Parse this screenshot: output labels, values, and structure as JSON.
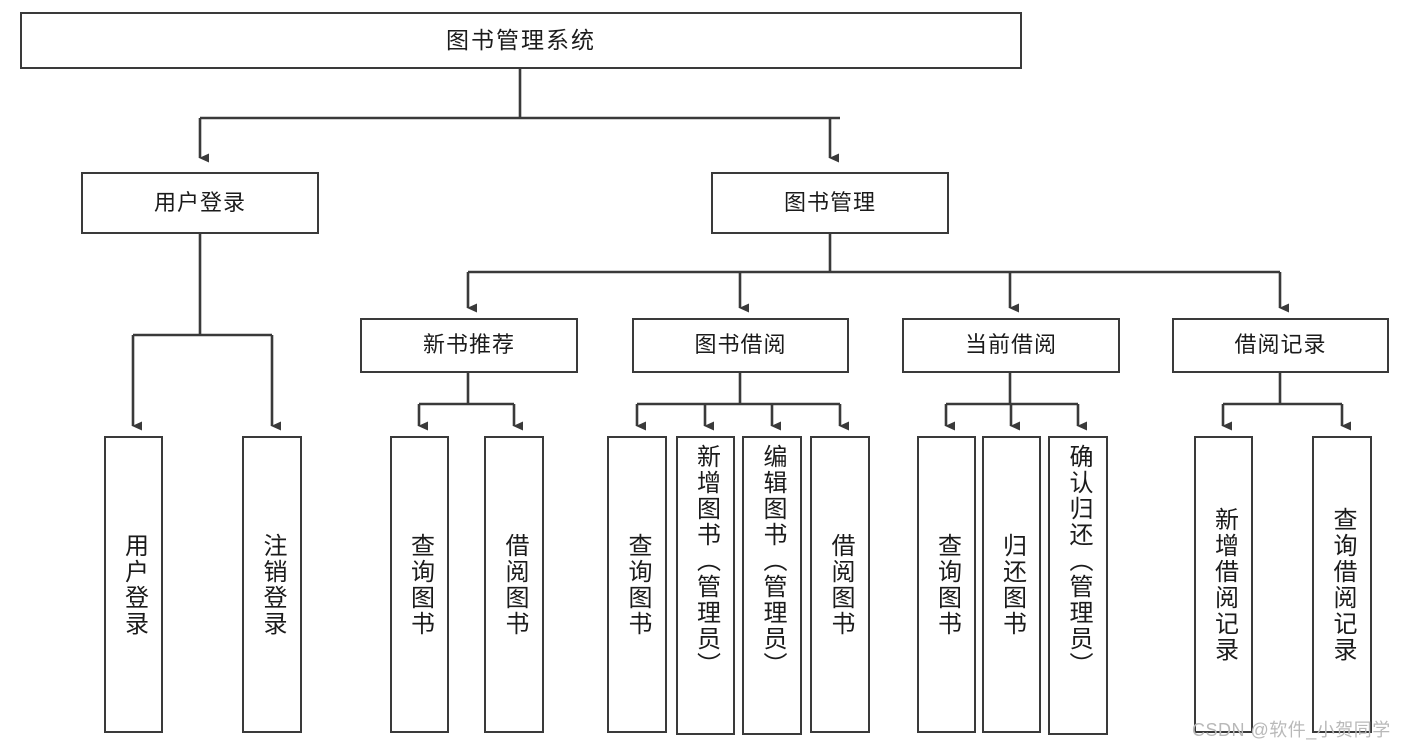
{
  "diagram": {
    "type": "tree-hierarchy",
    "title": "图书管理系统",
    "root": {
      "id": "root",
      "label": "图书管理系统"
    },
    "level2": [
      {
        "id": "user-login",
        "label": "用户登录"
      },
      {
        "id": "book-manage",
        "label": "图书管理"
      }
    ],
    "level3": [
      {
        "id": "new-book-recommend",
        "label": "新书推荐"
      },
      {
        "id": "book-borrow",
        "label": "图书借阅"
      },
      {
        "id": "current-borrow",
        "label": "当前借阅"
      },
      {
        "id": "borrow-record",
        "label": "借阅记录"
      }
    ],
    "leaves": {
      "user_login": [
        {
          "id": "leaf-user-login",
          "label": "用户登录"
        },
        {
          "id": "leaf-logout-login",
          "label": "注销登录"
        }
      ],
      "new_book_recommend": [
        {
          "id": "leaf-query-book-1",
          "label": "查询图书"
        },
        {
          "id": "leaf-borrow-book-1",
          "label": "借阅图书"
        }
      ],
      "book_borrow": [
        {
          "id": "leaf-query-book-2",
          "label": "查询图书"
        },
        {
          "id": "leaf-add-book",
          "label": "新增图书（管理员）"
        },
        {
          "id": "leaf-edit-book",
          "label": "编辑图书（管理员）"
        },
        {
          "id": "leaf-borrow-book-2",
          "label": "借阅图书"
        }
      ],
      "current_borrow": [
        {
          "id": "leaf-query-book-3",
          "label": "查询图书"
        },
        {
          "id": "leaf-return-book",
          "label": "归还图书"
        },
        {
          "id": "leaf-confirm-return",
          "label": "确认归还（管理员）"
        }
      ],
      "borrow_record": [
        {
          "id": "leaf-add-record",
          "label": "新增借阅记录"
        },
        {
          "id": "leaf-query-record",
          "label": "查询借阅记录"
        }
      ]
    }
  },
  "watermark": {
    "text": "CSDN @软件_小贺同学"
  },
  "colors": {
    "stroke": "#3a3a3a",
    "background": "#ffffff",
    "text": "#1b1b1b",
    "watermark": "#b9b9b9"
  }
}
